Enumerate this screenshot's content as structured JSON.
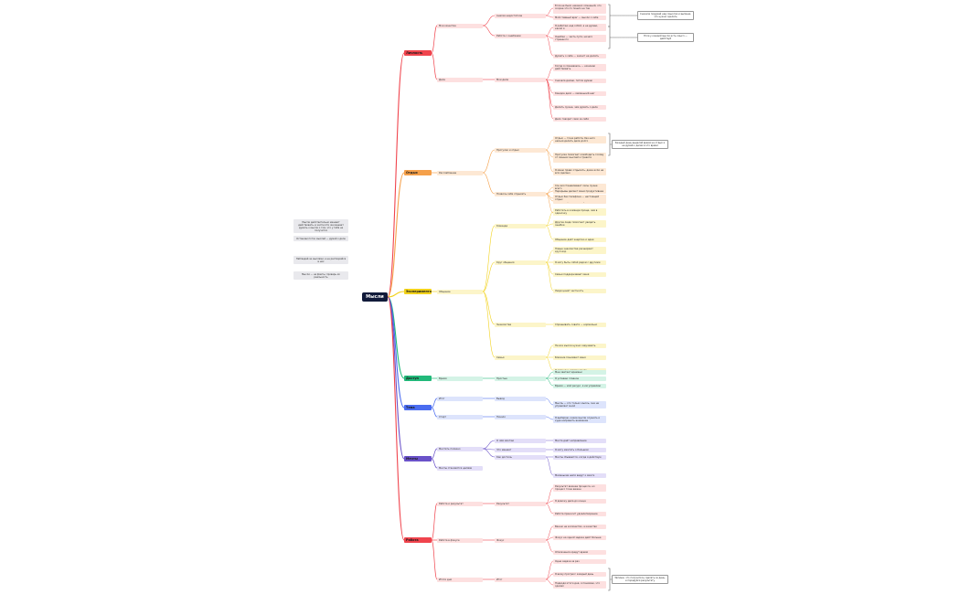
{
  "root": "Мысли",
  "notes": [
    "Мысли действительно мешают действовать, в частности же мешает думать о мысли о том, что у тебя не получится",
    "Останови поток мыслей — думай о деле",
    "Наблюдай за мыслями, а не растворяйся в них",
    "Мысли — не факты, проверь их реальность"
  ],
  "branches": {
    "lichnost": {
      "label": "Личность",
      "color": "#f0444d",
      "light": "#fde0e0",
      "sub": [
        "Мои качества",
        "Дела"
      ],
      "l3": [
        "Анализ недостатков",
        "Работа с ошибками",
        "Мои дела"
      ],
      "leaves": [
        "Если не было никаких сомнений, это скорее что-то пошло не так",
        "Мой главный враг — мысли о себе",
        "Я работаю над собой, а не думаю, какой я",
        "Ошибки — часть пути, ничего страшного",
        "Думать о себе — значит не делать",
        "Когда я сомневаюсь — начинаю действовать",
        "Сначала делаю, потом думаю",
        "Каждое дело — маленький шаг",
        "Делать лучше, чем думать о деле",
        "Дело говорит само за себя"
      ],
      "callouts": [
        "Сначала подумай над смыслом и выпиши, что нужно сделать",
        "Если у каждой мысли есть смысл — действуй"
      ]
    },
    "otdyh": {
      "label": "Отдых",
      "color": "#f5a04a",
      "light": "#fde8d4",
      "sub": [
        "Расслабление"
      ],
      "l3": [
        "Прогулки и отдых",
        "Позволь себе отдыхать"
      ],
      "leaves": [
        "Отдых — тоже работа, без него нельзя делать дела долго",
        "Прогулка помогает освободить голову от лишних мыслей и тревоги",
        "Я имею право отдыхать, даже если не всё сделано",
        "Сон восстанавливает силы лучше всего",
        "Можно отдыхать без чувства вины",
        "Отдых нужно планировать заранее",
        "Перерывы делают меня продуктивнее",
        "Отдых без телефона — настоящий отдых"
      ],
      "callouts": [
        "Каждый день выделяй время на отдых и не думай о делах в это время"
      ]
    },
    "zdorovie": {
      "label": "Экспериментов",
      "color": "#f2d21b",
      "light": "#fcf5c9",
      "sub": [
        "Общение"
      ],
      "l3": [
        "Команда",
        "Круг общения",
        "Знакомства",
        "Семья"
      ],
      "leaves": [
        "Работать в команде проще, чем в одиночку",
        "Другие люди помогают увидеть ошибки",
        "Общение даёт энергию и идеи",
        "Новые знакомства расширяют кругозор",
        "Я могу быть собой рядом с другими",
        "Семья поддерживает меня",
        "Люди ценят честность",
        "Спрашивать совета — нормально",
        "Не все мысли нужно озвучивать",
        "Близкие понимают меня",
        "Я открыт к новому опыту"
      ]
    },
    "dostup": {
      "label": "Доступ",
      "color": "#22b97a",
      "light": "#d4f3e6",
      "sub": [
        "Время"
      ],
      "l3": [
        "Простые"
      ],
      "leaves": [
        "Мне хватает времени",
        "Я успеваю главное",
        "Время — мой ресурс, я им управляю"
      ]
    },
    "tema": {
      "label": "Тема",
      "color": "#4a6cf0",
      "light": "#dde4fc",
      "sub": [
        "Итог",
        "Старт"
      ],
      "l3": [
        "Вывод",
        "Начало"
      ],
      "leaves": [
        "Мысль — это только мысль, она не управляет мной",
        "Я выбираю, какие мысли слушать и куда направить внимание"
      ]
    },
    "mechty": {
      "label": "Мечты",
      "color": "#6a52c9",
      "light": "#e3def8",
      "sub": [
        "Мечтать полезно",
        "Мечты становятся целями"
      ],
      "l3": [
        "О чём мечтаю",
        "Что мешает",
        "Как достичь"
      ],
      "leaves": [
        "Мечта даёт направление",
        "Я могу мечтать о большом",
        "Мечты сбываются, когда я действую",
        "Маленькие шаги ведут к мечте"
      ]
    },
    "rabota": {
      "label": "Работа",
      "color": "#f0444d",
      "light": "#fde0e0",
      "sub": [
        "Работа и результат",
        "Работа в фокусе",
        "Итоги дня"
      ],
      "l3": [
        "Результат",
        "Фокус",
        "Итог"
      ],
      "leaves": [
        "Результат важнее процесса, но процесс тоже важен",
        "Я довожу дела до конца",
        "Работа приносит удовлетворение",
        "Важно не количество, а качество",
        "Фокус на одной задаче даёт больше",
        "Отвлечения крадут время",
        "Одна задача за раз",
        "Я вижу прогресс каждый день",
        "Подводя итоги дня, я понимаю, что сделал"
      ],
      "callouts": [
        "Запиши, что получилось сделать за день, и порадуйся результату"
      ]
    }
  }
}
